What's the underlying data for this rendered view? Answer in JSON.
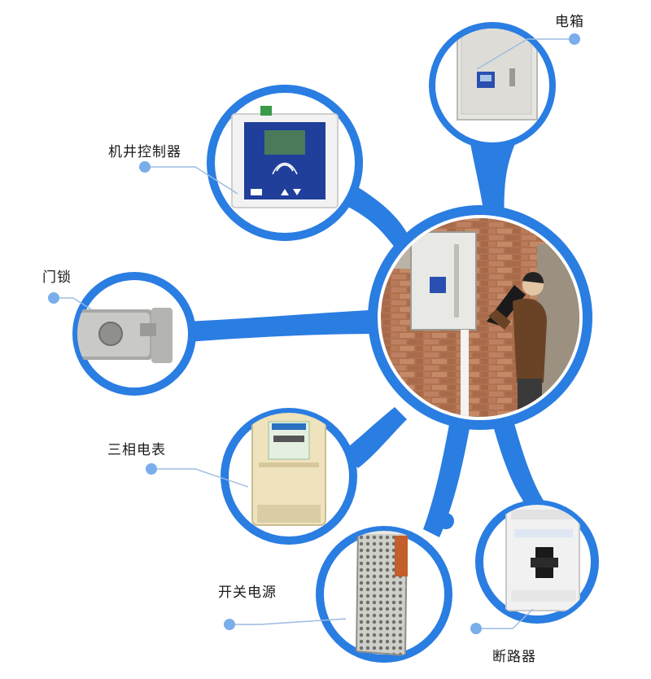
{
  "theme": {
    "accent": "#2a7de1",
    "accent_dark": "#1d6fd6",
    "connector": "#9cbbe0",
    "dot": "#7aaeea"
  },
  "center": {
    "name": "field-installation-photo"
  },
  "devices": [
    {
      "id": "electric-box",
      "label": "电箱",
      "icon": "electric-box-icon"
    },
    {
      "id": "well-controller",
      "label": "机井控制器",
      "icon": "controller-icon"
    },
    {
      "id": "door-lock",
      "label": "门锁",
      "icon": "door-lock-icon"
    },
    {
      "id": "three-phase-meter",
      "label": "三相电表",
      "icon": "power-meter-icon"
    },
    {
      "id": "switching-power-supply",
      "label": "开关电源",
      "icon": "power-supply-icon"
    },
    {
      "id": "circuit-breaker",
      "label": "断路器",
      "icon": "circuit-breaker-icon"
    }
  ]
}
